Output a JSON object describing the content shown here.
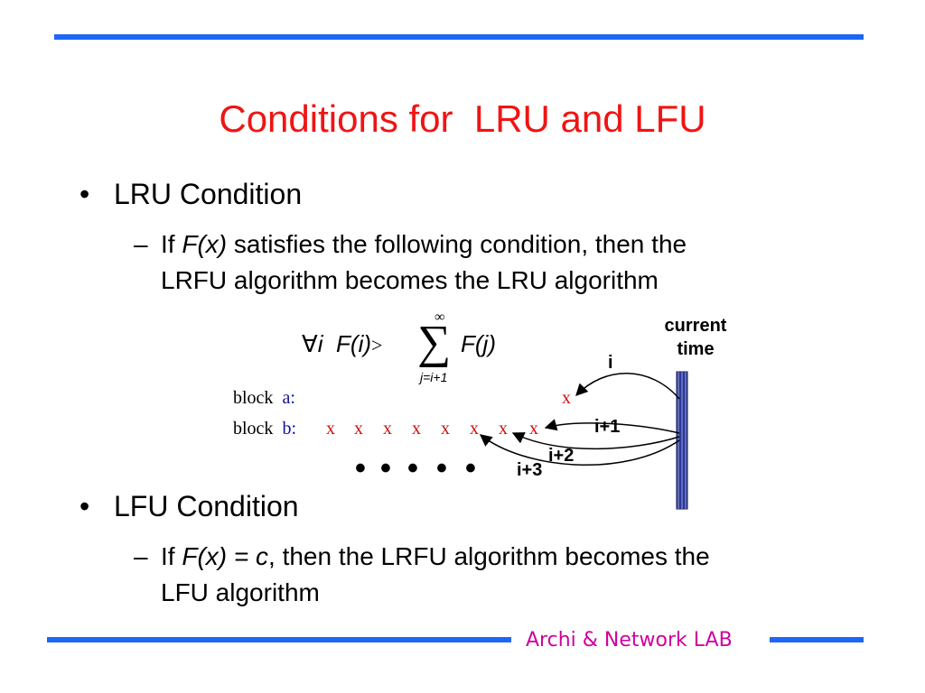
{
  "slide": {
    "title": "Conditions for  LRU and LFU",
    "bullets": [
      {
        "dot": "•",
        "label": "LRU Condition",
        "sub": {
          "dash": "–",
          "line1_pre": "If ",
          "line1_em": "F(x)",
          "line1_post": " satisfies the following condition, then the",
          "line2": "LRFU algorithm becomes the LRU algorithm"
        }
      },
      {
        "dot": "•",
        "label": "LFU Condition",
        "sub": {
          "dash": "–",
          "line1_pre": "If ",
          "line1_em": "F(x) = c",
          "line1_post": ", then the LRFU algorithm becomes the",
          "line2": "LFU algorithm"
        }
      }
    ],
    "formula": {
      "forall": "∀",
      "var": "i",
      "lhs": "F(i)",
      "op": ">",
      "sum": "∑",
      "upper": "∞",
      "lower": "j=i+1",
      "rhs": "F(j)"
    },
    "diagram": {
      "block_word": "block",
      "block_a_name": "a",
      "block_b_name": "b",
      "colon": ":",
      "a_marks": [
        "x"
      ],
      "b_marks": [
        "x",
        "x",
        "x",
        "x",
        "x",
        "x",
        "x",
        "x"
      ],
      "dots": [
        "•",
        "•",
        "•",
        "•",
        "•"
      ],
      "current_time_line1": "current",
      "current_time_line2": "time",
      "arrow_labels": {
        "i": "i",
        "i1": "i+1",
        "i2": "i+2",
        "i3": "i+3"
      }
    },
    "footer": "Archi & Network LAB"
  },
  "colors": {
    "rule": "#1e66f5",
    "title": "#f01414",
    "mark": "#d01010",
    "block_name": "#1010a0",
    "timeline": "#2a3a9a",
    "footer": "#d000a0"
  }
}
